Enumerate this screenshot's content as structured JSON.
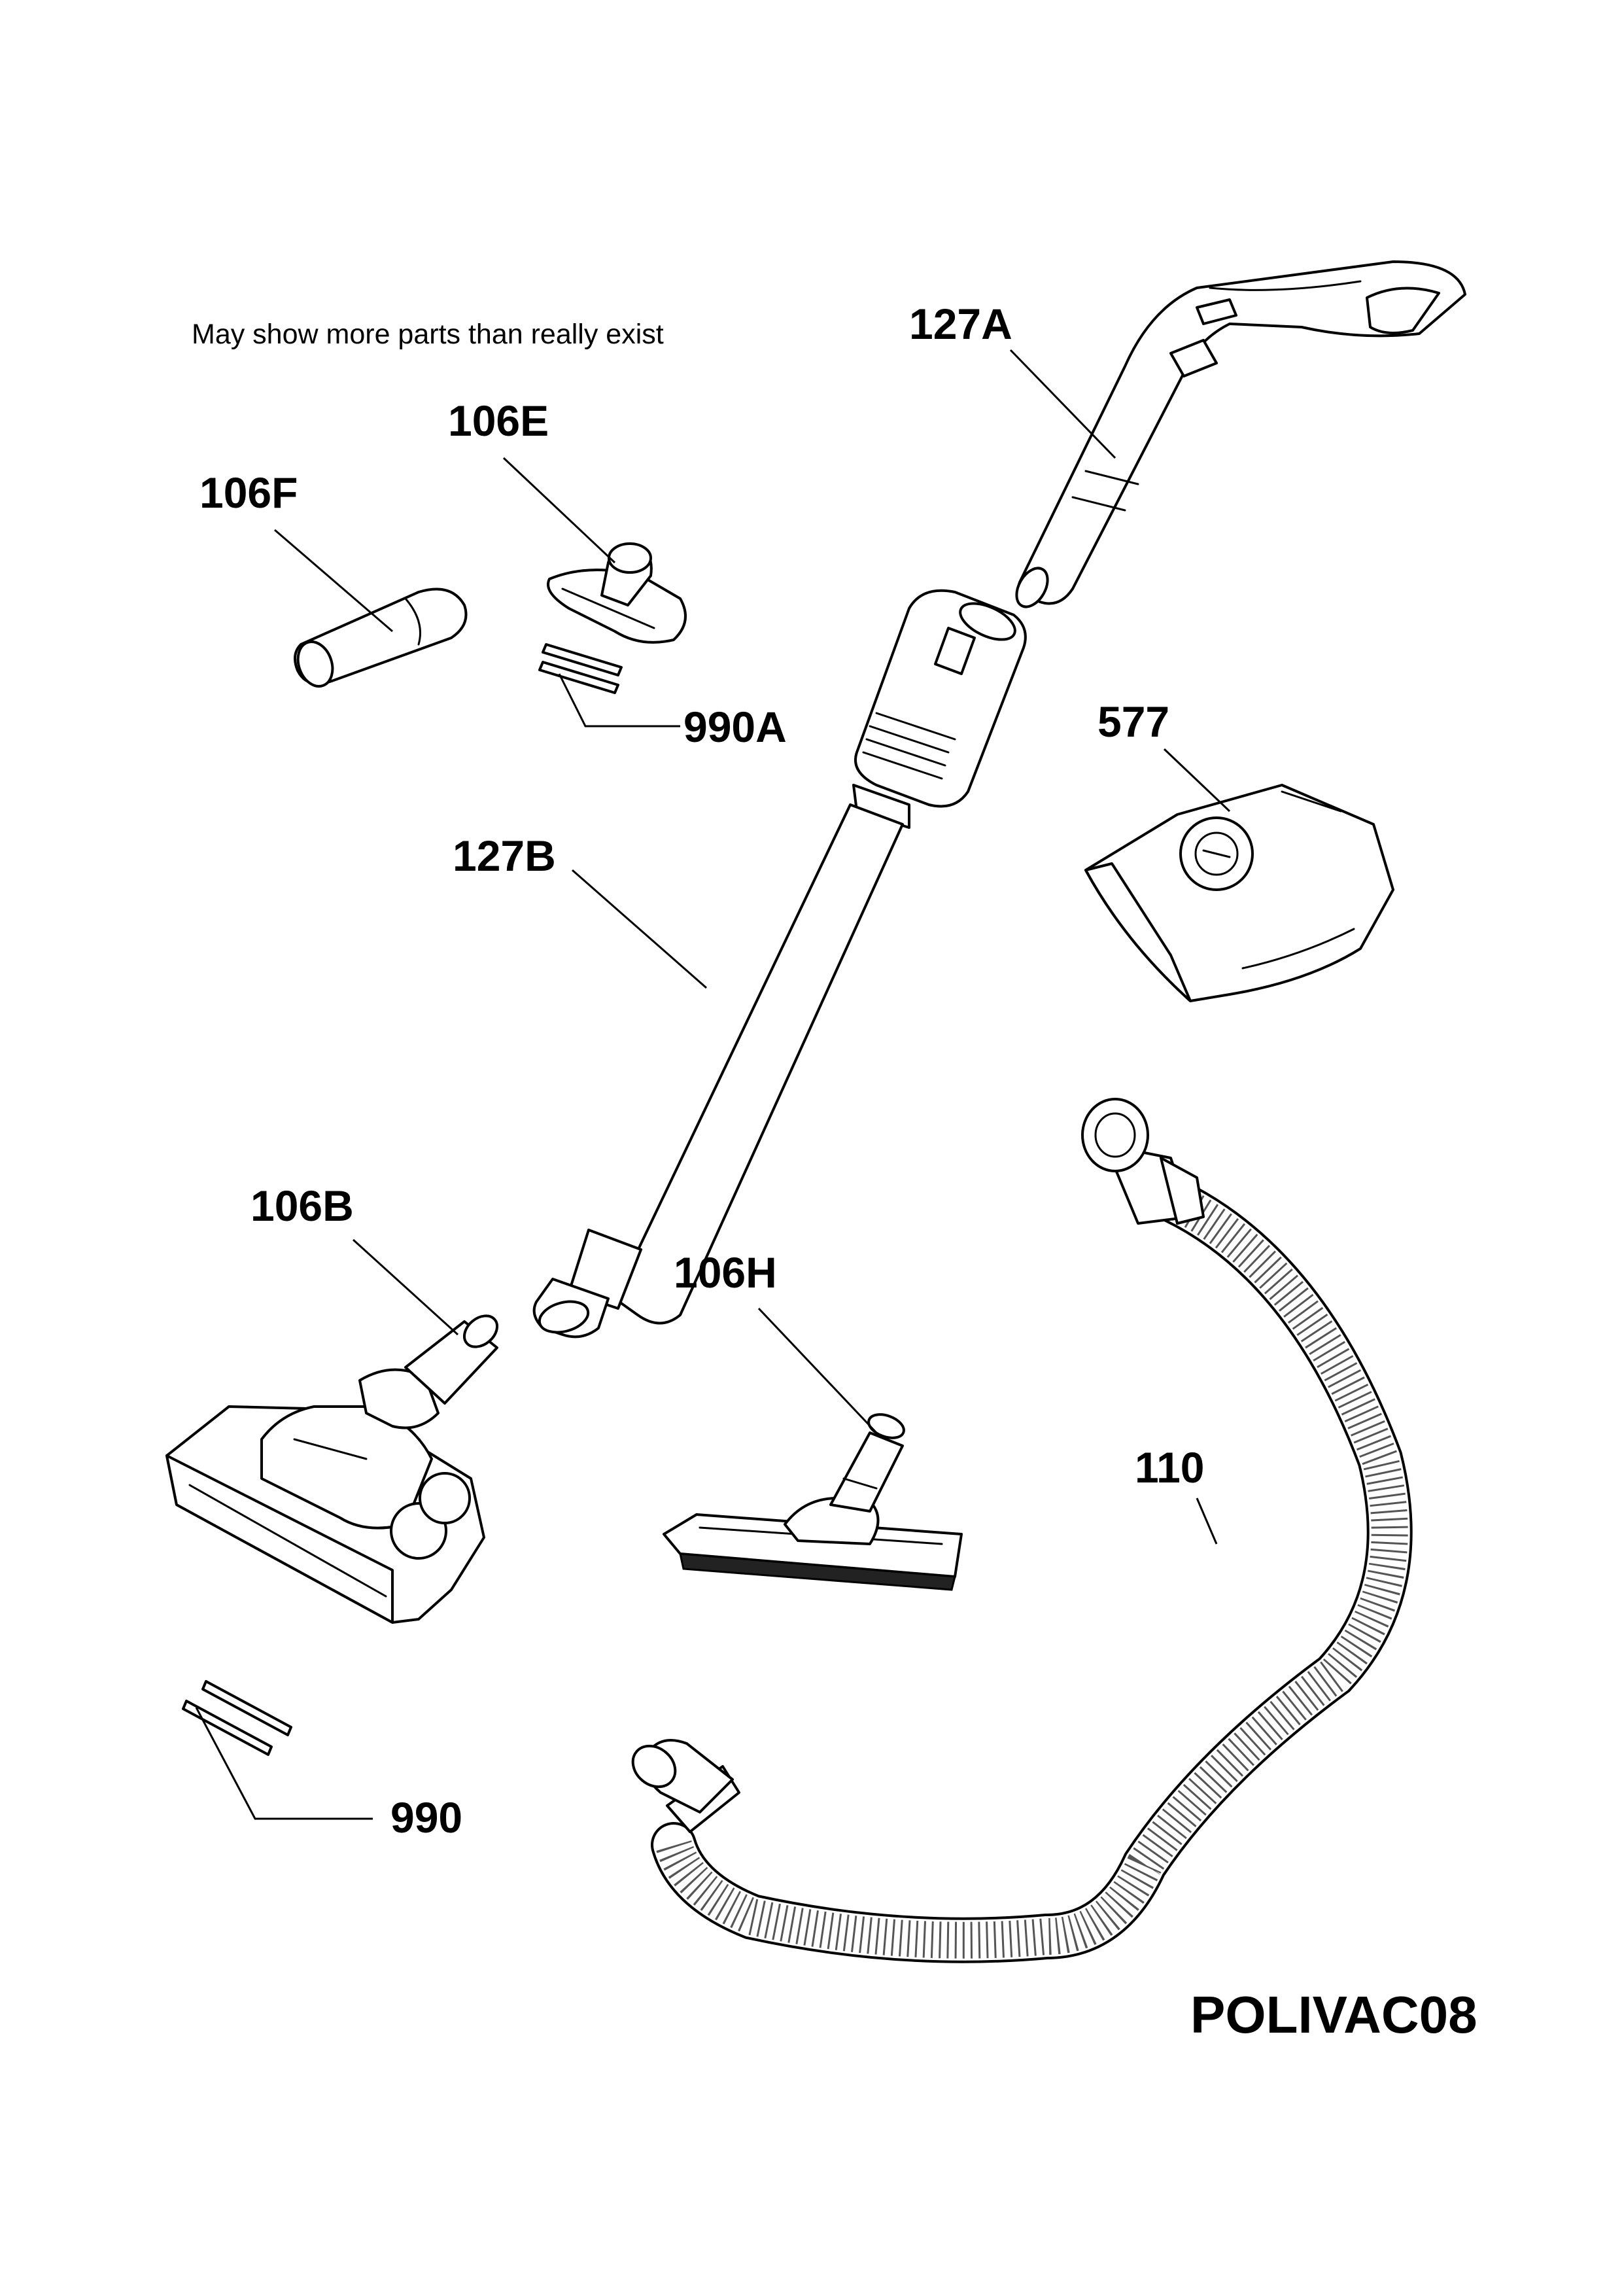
{
  "diagram": {
    "note": "May show more parts than really exist",
    "code": "POLIVAC08",
    "labels": {
      "p127A": "127A",
      "p106E": "106E",
      "p106F": "106F",
      "p990A": "990A",
      "p577": "577",
      "p127B": "127B",
      "p106B": "106B",
      "p106H": "106H",
      "p110": "110",
      "p990": "990"
    }
  }
}
